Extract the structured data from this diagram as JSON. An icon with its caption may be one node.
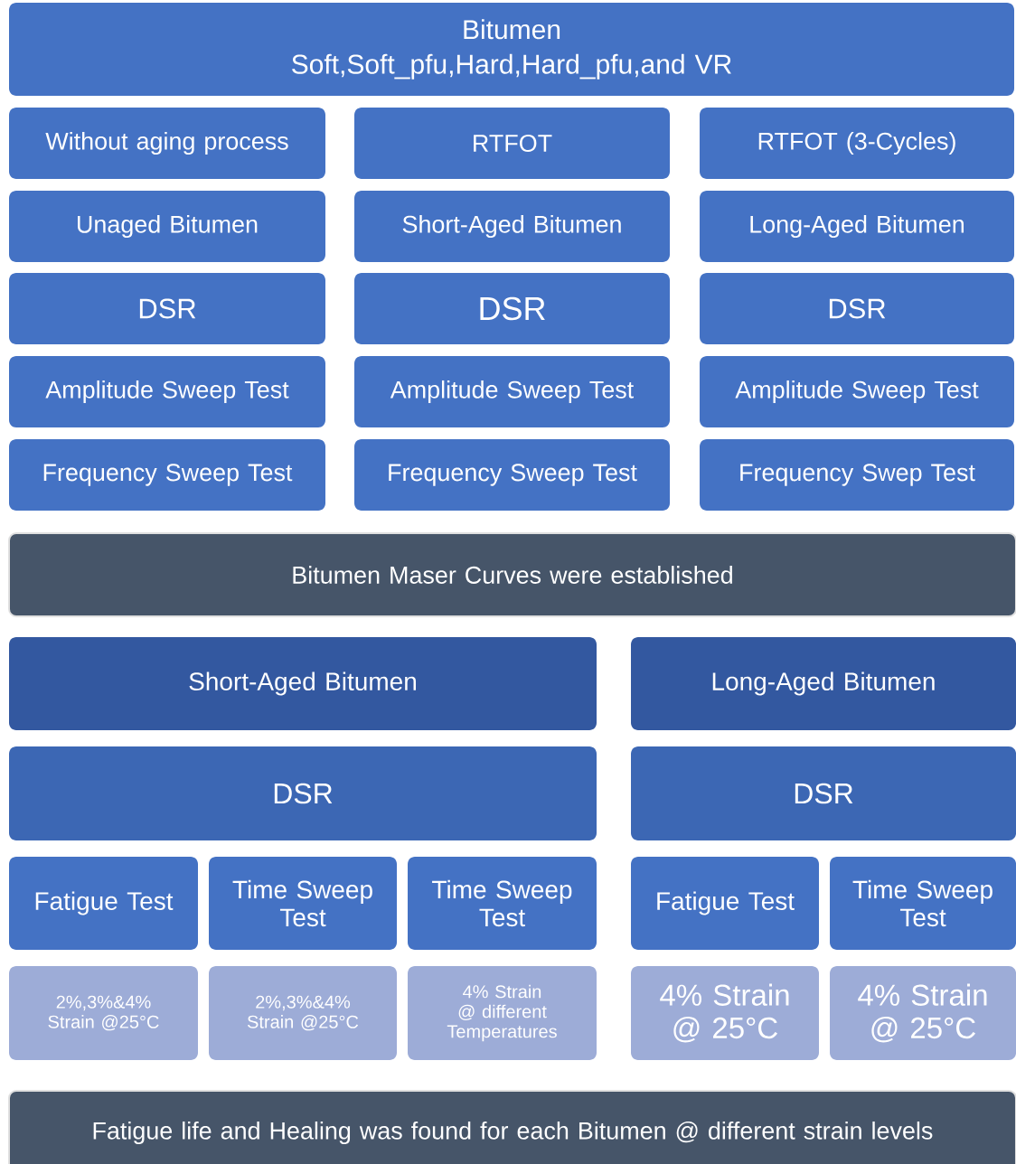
{
  "diagram": {
    "nodes": [
      {
        "text": [
          "Bitumen",
          "Soft,Soft_pfu,Hard,Hard_pfu,and VR"
        ]
      },
      {
        "text": [
          "Without aging process"
        ]
      },
      {
        "text": [
          "RTFOT"
        ]
      },
      {
        "text": [
          "RTFOT (3-Cycles)"
        ]
      },
      {
        "text": [
          "Unaged Bitumen"
        ]
      },
      {
        "text": [
          "Short-Aged Bitumen"
        ]
      },
      {
        "text": [
          "Long-Aged Bitumen"
        ]
      },
      {
        "text": [
          "DSR"
        ]
      },
      {
        "text": [
          "DSR"
        ]
      },
      {
        "text": [
          "DSR"
        ]
      },
      {
        "text": [
          "Amplitude Sweep Test"
        ]
      },
      {
        "text": [
          "Amplitude Sweep Test"
        ]
      },
      {
        "text": [
          "Amplitude Sweep Test"
        ]
      },
      {
        "text": [
          "Frequency Sweep Test"
        ]
      },
      {
        "text": [
          "Frequency Sweep Test"
        ]
      },
      {
        "text": [
          "Frequency Swep Test"
        ]
      },
      {
        "text": [
          "Bitumen Maser Curves were established"
        ]
      },
      {
        "text": [
          "Short-Aged Bitumen"
        ]
      },
      {
        "text": [
          "Long-Aged Bitumen"
        ]
      },
      {
        "text": [
          "DSR"
        ]
      },
      {
        "text": [
          "DSR"
        ]
      },
      {
        "text": [
          "Fatigue Test"
        ]
      },
      {
        "text": [
          "Time Sweep Test"
        ]
      },
      {
        "text": [
          "Time Sweep Test"
        ]
      },
      {
        "text": [
          "Fatigue Test"
        ]
      },
      {
        "text": [
          "Time Sweep Test"
        ]
      },
      {
        "text": [
          "2%,3%&4% Strain @25°C"
        ]
      },
      {
        "text": [
          "2%,3%&4% Strain @25°C"
        ]
      },
      {
        "text": [
          "4% Strain @ different Temperatures"
        ]
      },
      {
        "text": [
          "4% Strain @ 25°C"
        ]
      },
      {
        "text": [
          "4% Strain @ 25°C"
        ]
      },
      {
        "text": [
          "Fatigue life and Healing was found for each Bitumen @ different strain levels"
        ]
      }
    ]
  }
}
